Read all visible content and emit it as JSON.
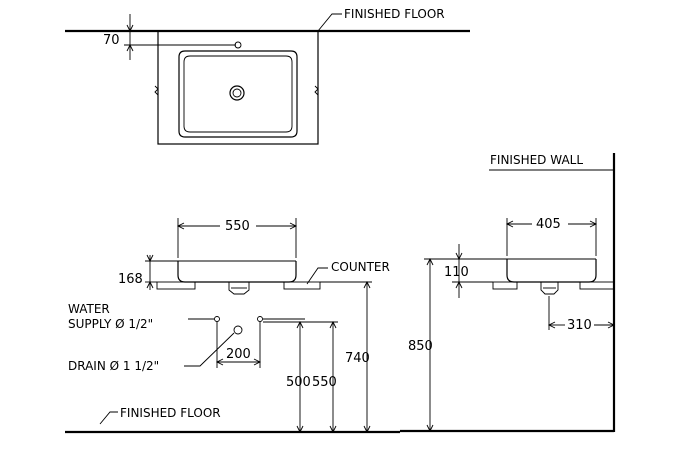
{
  "labels": {
    "finished_floor_top": "FINISHED FLOOR",
    "finished_floor_bottom": "FINISHED FLOOR",
    "finished_wall": "FINISHED WALL",
    "counter": "COUNTER",
    "water_supply_line1": "WATER",
    "water_supply_line2": "SUPPLY Ø 1/2\"",
    "drain": "DRAIN Ø 1 1/2\""
  },
  "dimensions": {
    "top_offset": "70",
    "basin_width": "550",
    "basin_height": "168",
    "supply_spacing": "200",
    "supply_height": "500",
    "drain_height": "550",
    "counter_height": "740",
    "overall_height": "850",
    "side_width": "405",
    "side_height": "110",
    "wall_offset": "310"
  }
}
